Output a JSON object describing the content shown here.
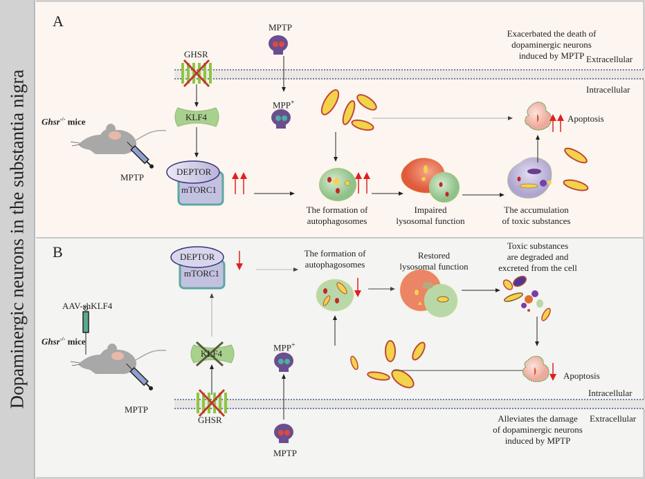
{
  "sidebar": {
    "label": "Dopaminergic neurons in the substantia nigra"
  },
  "panel_a": {
    "letter": "A",
    "mouse_label_gene": "Ghsr",
    "mouse_label_sup": "-/-",
    "mouse_label_suffix": " mice",
    "injection_label": "MPTP",
    "receptor": "GHSR",
    "receptor_state": "knocked out",
    "klf4": "KLF4",
    "deptor": "DEPTOR",
    "mtorc1": "mTORC1",
    "mtorc1_change": "up",
    "toxin": "MPTP",
    "toxin_metabolite": "MPP",
    "toxin_metabolite_sup": "+",
    "outcome_lines": [
      "Exacerbated the death of",
      "dopaminergic neurons",
      "induced by MPTP"
    ],
    "extracellular": "Extracellular",
    "intracellular": "Intracellular",
    "apoptosis": "Apoptosis",
    "apoptosis_change": "up",
    "autophagosome_lines": [
      "The formation of",
      "autophagosomes"
    ],
    "autophagosome_change": "up",
    "lysosome_lines": [
      "Impaired",
      "lysosomal function"
    ],
    "toxic_lines": [
      "The accumulation",
      "of toxic substances"
    ]
  },
  "panel_b": {
    "letter": "B",
    "aav_label": "AAV-shKLF4",
    "mouse_label_gene": "Ghsr",
    "mouse_label_sup": "-/-",
    "mouse_label_suffix": " mice",
    "injection_label": "MPTP",
    "receptor": "GHSR",
    "klf4": "KLF4",
    "klf4_state": "knocked down",
    "deptor": "DEPTOR",
    "mtorc1": "mTORC1",
    "mtorc1_change": "down",
    "toxin": "MPTP",
    "toxin_metabolite": "MPP",
    "toxin_metabolite_sup": "+",
    "autophagosome_lines": [
      "The formation of",
      "autophagosomes"
    ],
    "autophagosome_change": "down",
    "lysosome_lines": [
      "Restored",
      "lysosomal function"
    ],
    "toxic_lines": [
      "Toxic substances",
      "are degraded and",
      "excreted from the cell"
    ],
    "apoptosis": "Apoptosis",
    "apoptosis_change": "down",
    "intracellular": "Intracellular",
    "extracellular": "Extracellular",
    "outcome_lines": [
      "Alleviates the damage",
      "of dopaminergic neurons",
      "induced by MPTP"
    ]
  },
  "colors": {
    "panel_a_bg": "#fdf5f0",
    "panel_b_bg": "#f4f4f2",
    "sidebar_bg": "#d2d2d2",
    "membrane_dots": "#6f7fa8",
    "receptor_green": "#8dc63f",
    "ko_cross": "#c0392b",
    "klf4_fill": "#a9d18e",
    "deptor_fill": "#c7c5e2",
    "mtorc1_border": "#5ba8a0",
    "skull": "#6a4e8f",
    "up_down_arrow": "#e02020",
    "autophagosome": "#9ccb8c",
    "lysosome": "#e8664a",
    "mouse": "#a8a8a8"
  }
}
